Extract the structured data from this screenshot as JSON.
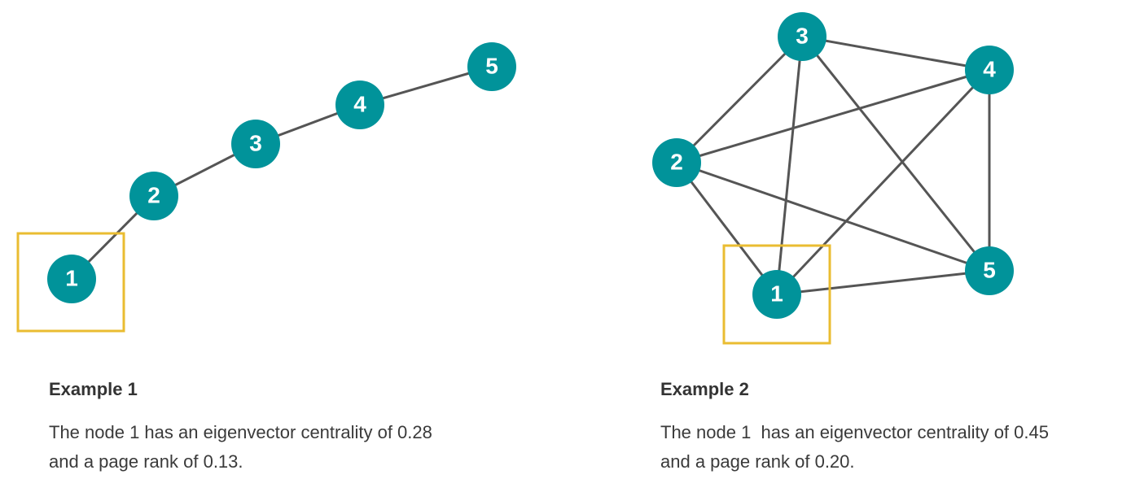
{
  "colors": {
    "node_fill": "#01939a",
    "edge": "#555555",
    "highlight": "#eabc31"
  },
  "examples": [
    {
      "title": "Example 1",
      "line1": "The node 1 has an eigenvector centrality of 0.28",
      "line2": "and a page rank of 0.13.",
      "nodes": [
        "1",
        "2",
        "3",
        "4",
        "5"
      ],
      "edges": [
        [
          "1",
          "2"
        ],
        [
          "2",
          "3"
        ],
        [
          "3",
          "4"
        ],
        [
          "4",
          "5"
        ]
      ],
      "highlighted_node": "1"
    },
    {
      "title": "Example 2",
      "line1": "The node 1  has an eigenvector centrality of 0.45",
      "line2": "and a page rank of 0.20.",
      "nodes": [
        "1",
        "2",
        "3",
        "4",
        "5"
      ],
      "edges": [
        [
          "1",
          "2"
        ],
        [
          "1",
          "3"
        ],
        [
          "1",
          "4"
        ],
        [
          "1",
          "5"
        ],
        [
          "2",
          "3"
        ],
        [
          "2",
          "4"
        ],
        [
          "2",
          "5"
        ],
        [
          "3",
          "4"
        ],
        [
          "3",
          "5"
        ],
        [
          "4",
          "5"
        ]
      ],
      "highlighted_node": "1"
    }
  ]
}
